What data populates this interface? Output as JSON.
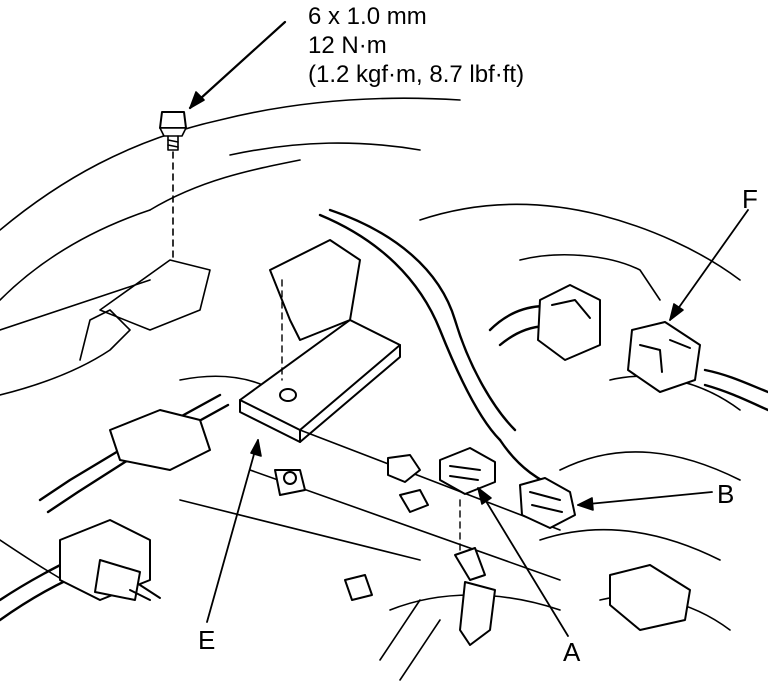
{
  "spec": {
    "size": "6 x 1.0 mm",
    "torque": "12 N·m",
    "torque_alt": "(1.2 kgf·m, 8.7 lbf·ft)"
  },
  "callouts": {
    "a": "A",
    "b": "B",
    "e": "E",
    "f": "F"
  }
}
